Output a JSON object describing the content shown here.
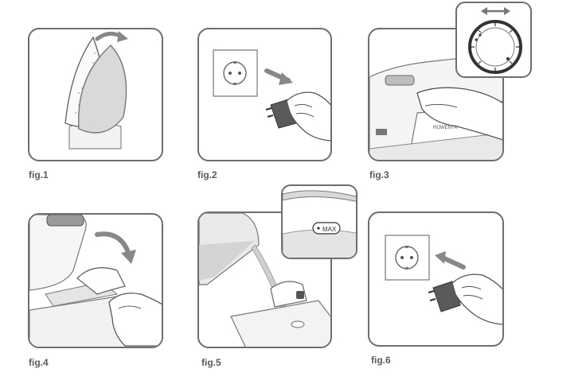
{
  "figures": [
    {
      "label": "fig.1",
      "icon": "remove-cover-icon"
    },
    {
      "label": "fig.2",
      "icon": "plug-in-icon"
    },
    {
      "label": "fig.3",
      "icon": "temperature-dial-icon"
    },
    {
      "label": "fig.4",
      "icon": "open-water-tank-icon"
    },
    {
      "label": "fig.5",
      "icon": "fill-water-icon"
    },
    {
      "label": "fig.6",
      "icon": "unplug-icon"
    }
  ],
  "fig3_brand_text": "ROWENTA",
  "fig5_max_label": "MAX",
  "colors": {
    "border": "#6e6e6e",
    "grey_fill": "#d9d9d9",
    "dark": "#555555",
    "water": "#e4e4e4"
  }
}
